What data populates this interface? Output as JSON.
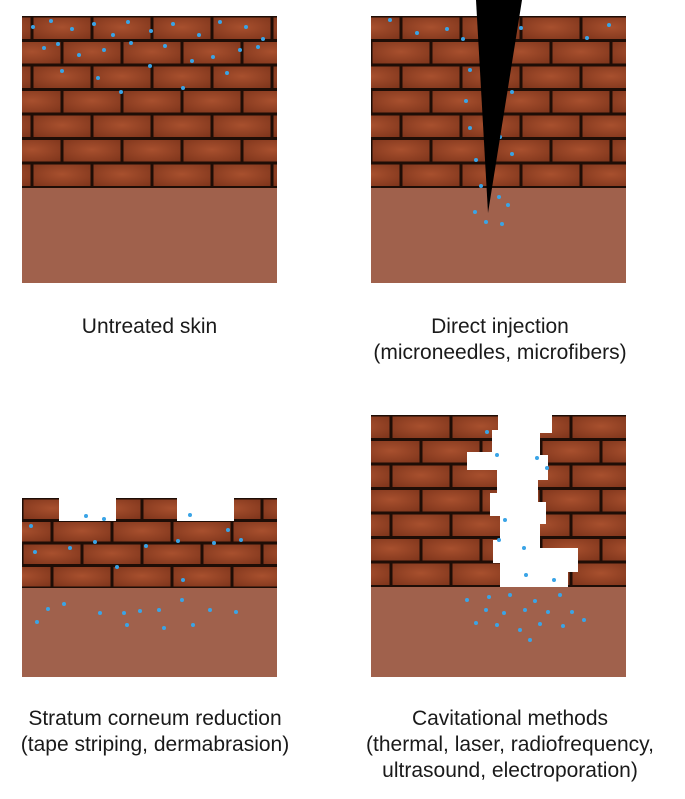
{
  "panels": [
    {
      "id": "untreated",
      "caption_lines": [
        "Untreated skin"
      ]
    },
    {
      "id": "direct-injection",
      "caption_lines": [
        "Direct injection",
        "(microneedles, microfibers)"
      ]
    },
    {
      "id": "stratum-corneum-reduction",
      "caption_lines": [
        "Stratum corneum reduction",
        "(tape striping, dermabrasion)"
      ]
    },
    {
      "id": "cavitational",
      "caption_lines": [
        "Cavitational methods",
        "(thermal, laser, radiofrequency,",
        "ultrasound, electroporation)"
      ]
    }
  ],
  "colors": {
    "brick": "#8a3b20",
    "brick_light": "#a24a2a",
    "mortar": "#1e0d06",
    "dermis": "#a0614c",
    "particle": "#3aa4e6",
    "needle": "#000000",
    "background": "#ffffff"
  }
}
